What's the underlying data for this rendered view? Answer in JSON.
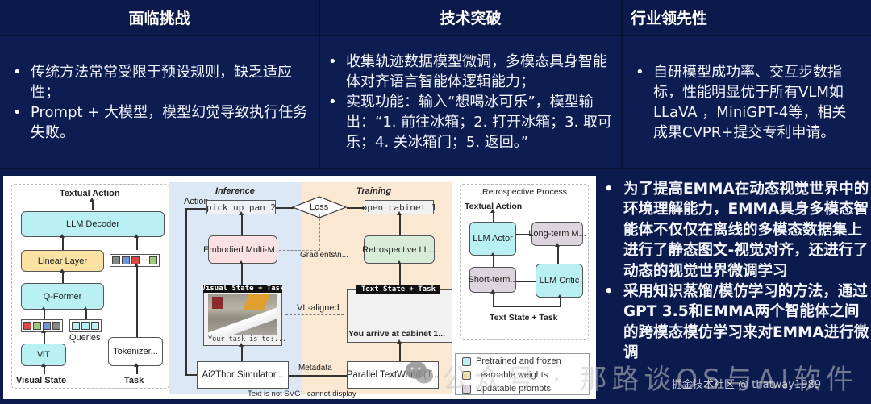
{
  "table": {
    "headers": [
      "面临挑战",
      "技术突破",
      "行业领先性"
    ],
    "challenges": [
      "传统方法常常受限于预设规则，缺乏适应性；",
      "Prompt + 大模型，模型幻觉导致执行任务失败。"
    ],
    "breakthroughs": [
      "收集轨迹数据模型微调，多模态具身智能体对齐语言智能体逻辑能力；",
      "实现功能：输入“想喝冰可乐”，模型输出：“1. 前往冰箱；2. 打开冰箱；3. 取可乐；4. 关冰箱门；5. 返回。”"
    ],
    "leadership": [
      "自研模型成功率、交互步数指标，性能明显优于所有VLM如LLaVA ，MiniGPT-4等，相关成果CVPR+提交专利申请。"
    ]
  },
  "diagram": {
    "left_panel": {
      "output_label": "Textual Action",
      "llm_decoder": "LLM Decoder",
      "linear_layer": "Linear Layer",
      "q_former": "Q-Former",
      "queries_label": "Queries",
      "vit": "ViT",
      "tokenizer": "Tokenizer...",
      "input_visual": "Visual State",
      "input_task": "Task",
      "visual_tokens": [
        "#e04848",
        "#9fc87a",
        "#6f96d8",
        "#888888"
      ],
      "query_tokens": [
        "#b8f0f3",
        "#b8f0f3",
        "#b8f0f3"
      ],
      "text_tokens": [
        "#888888",
        "#6f96d8",
        "#e04848",
        "...",
        "#9fc87a"
      ]
    },
    "middle_panel": {
      "inference_title": "Inference",
      "training_title": "Training",
      "action_label": "Action",
      "inference_action": "pick up pan 2",
      "loss": "Loss",
      "training_action": "open cabinet 1",
      "embodied_model": "Embodied Multi-M...",
      "retrospective_llm": "Retrospective LL...",
      "gradients_label": "Gradients\\n...",
      "visual_state_bar": "Visual State + Task",
      "visual_task_text": "Your task is to:...",
      "vl_aligned": "VL-aligned",
      "text_state_bar": "Text State + Task",
      "text_state_text": "You arrive at cabinet 1...",
      "simulator": "Ai2Thor Simulator...",
      "metadata_label": "Metadata",
      "textworld": "Parallel TextWorld (T...",
      "svg_note": "Text is not SVG - cannot display"
    },
    "right_panel": {
      "title": "Retrospective Process",
      "output_label": "Textual Action",
      "llm_actor": "LLM Actor",
      "long_term": "Long-term M...",
      "short_term": "Short-term...",
      "llm_critic": "LLM Critic",
      "input_label": "Text State + Task"
    },
    "legend": [
      {
        "label": "Pretrained and frozen",
        "color": "#b8f0f3"
      },
      {
        "label": "Learnable weights",
        "color": "#fbe2a3"
      },
      {
        "label": "Updatable prompts",
        "color": "#dcd4de"
      }
    ]
  },
  "right_text": [
    "为了提高EMMA在动态视觉世界中的环境理解能力，EMMA具身多模态智能体不仅仅在离线的多模态数据集上进行了静态图文-视觉对齐，还进行了动态的视觉世界微调学习",
    "采用知识蒸馏/模仿学习的方法，通过GPT 3.5和EMMA两个智能体之间的跨模态模仿学习来对EMMA进行微调"
  ],
  "watermark": {
    "text": "公众号 · 那路谈OS与AI软件",
    "credit": "掘金技术社区 @ thatway1989"
  },
  "colors": {
    "background": "#0c1b4d",
    "header_bg": "#0b1a4a",
    "grid_line": "#081233"
  }
}
